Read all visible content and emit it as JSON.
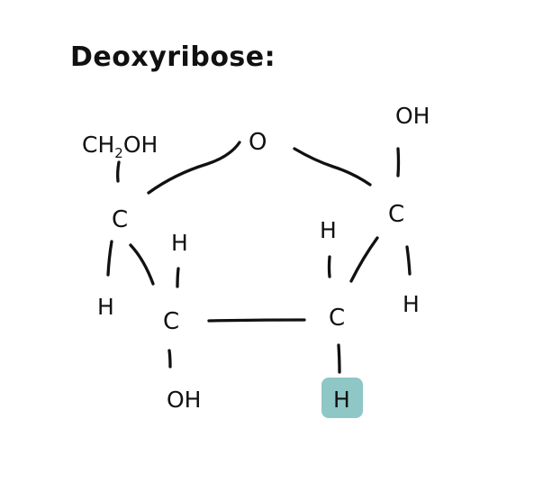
{
  "title": "Deoxyribose:",
  "molecule": {
    "ring_oxygen": "O",
    "substituent_left": "CH2OH",
    "substituent_right": "OH",
    "carbons": [
      "C",
      "C",
      "C",
      "C"
    ],
    "hydrogens": [
      "H",
      "H",
      "H",
      "H",
      "H"
    ],
    "hydroxyl_bottom": "OH"
  },
  "colors": {
    "ink": "#111111",
    "highlight": "#8fc7c7"
  }
}
